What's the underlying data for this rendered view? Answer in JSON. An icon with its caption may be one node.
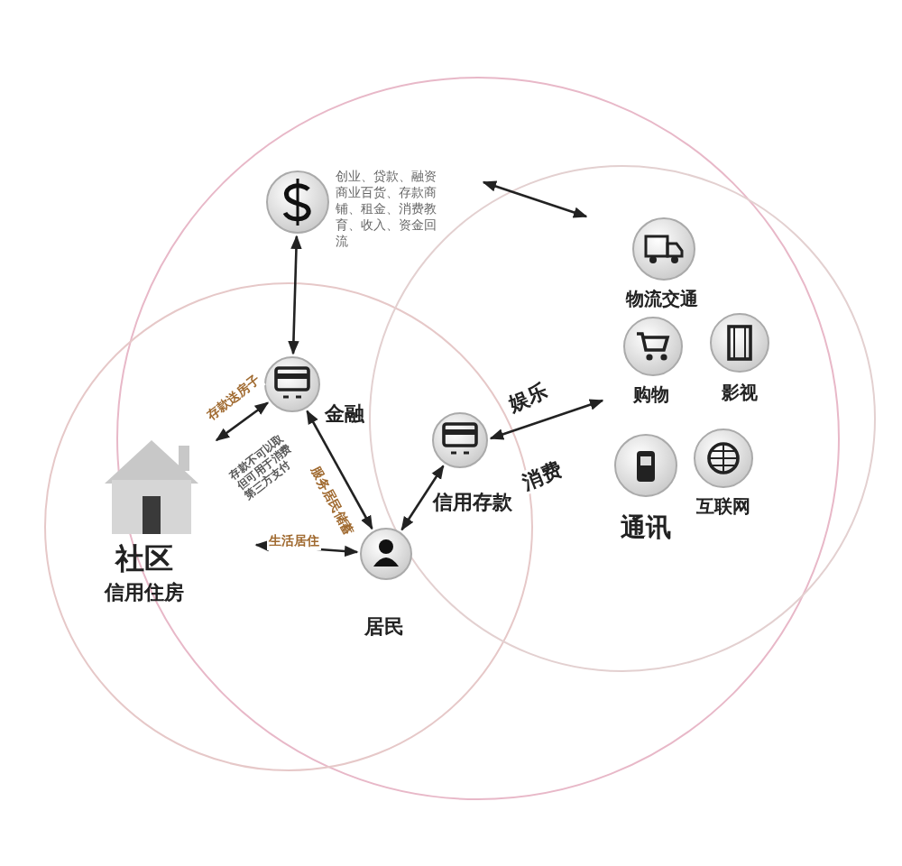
{
  "diagram": {
    "nodes": [
      {
        "text": [],
        "shape": "circle",
        "beside": [
          "创业、贷款、融资商业百货、存款商铺、租金、消费教育、收入、资金回流"
        ]
      },
      {
        "text": [
          "金融"
        ]
      },
      {
        "text": [
          "社区",
          "信用住房"
        ]
      },
      {
        "text": [
          "居民"
        ]
      },
      {
        "text": [
          "信用存款"
        ]
      },
      {
        "text": [
          "物流交通"
        ]
      },
      {
        "text": [
          "购物"
        ]
      },
      {
        "text": [
          "影视"
        ]
      },
      {
        "text": [
          "通讯"
        ]
      },
      {
        "text": [
          "互联网"
        ]
      }
    ],
    "edges": [
      {
        "from": 0,
        "to": 1,
        "arrow": "both"
      },
      {
        "from": 2,
        "to": 1,
        "arrow": "both",
        "label": "存款送房子"
      },
      {
        "from": 1,
        "to": 3,
        "arrow": "both",
        "label": "服务居民储蓄"
      },
      {
        "from": 2,
        "to": 3,
        "arrow": "both",
        "label": "生活居住"
      },
      {
        "from": 4,
        "to": 3,
        "arrow": "both"
      },
      {
        "from": 4,
        "to": 6,
        "arrow": "both",
        "label": "娱乐"
      },
      {
        "from": 0,
        "to": 5,
        "arrow": "both"
      }
    ],
    "labels": [
      "存款不可以取但可用于消费第三方支付",
      "消费"
    ]
  }
}
